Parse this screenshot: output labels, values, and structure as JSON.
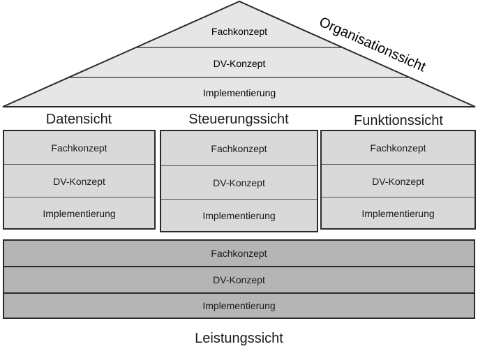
{
  "roof": {
    "layers": [
      "Fachkonzept",
      "DV-Konzept",
      "Implementierung"
    ],
    "label": "Organisationssicht"
  },
  "columns": [
    {
      "title": "Datensicht",
      "layers": [
        "Fachkonzept",
        "DV-Konzept",
        "Implementierung"
      ]
    },
    {
      "title": "Steuerungssicht",
      "layers": [
        "Fachkonzept",
        "DV-Konzept",
        "Implementierung"
      ]
    },
    {
      "title": "Funktionssicht",
      "layers": [
        "Fachkonzept",
        "DV-Konzept",
        "Implementierung"
      ]
    }
  ],
  "base": {
    "layers": [
      "Fachkonzept",
      "DV-Konzept",
      "Implementierung"
    ],
    "title": "Leistungssicht"
  }
}
